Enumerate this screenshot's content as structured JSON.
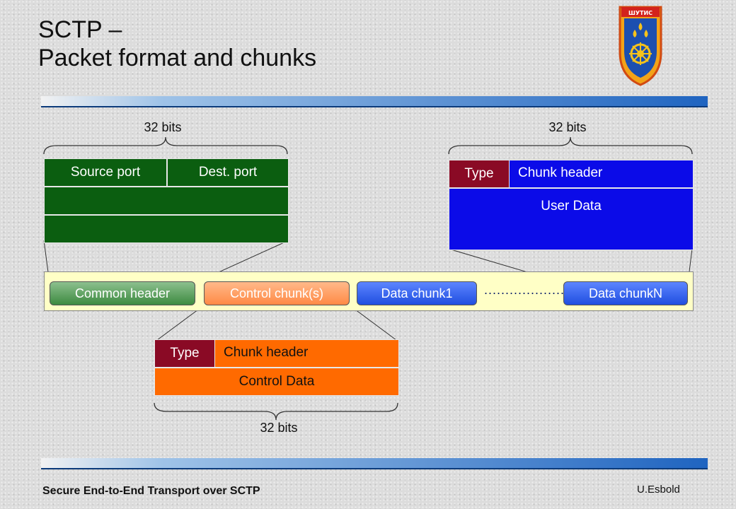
{
  "slide": {
    "title_line1": "SCTP –",
    "title_line2": "Packet format and chunks",
    "logo_text": "ШУТИС"
  },
  "common_header": {
    "width_label": "32 bits",
    "field_source": "Source port",
    "field_dest": "Dest. port"
  },
  "data_chunk": {
    "width_label": "32 bits",
    "type": "Type",
    "header": "Chunk header",
    "body": "User Data"
  },
  "control_chunk": {
    "width_label": "32 bits",
    "type": "Type",
    "header": "Chunk header",
    "body": "Control Data"
  },
  "packet": {
    "common_header": "Common header",
    "control_chunks": "Control chunk(s)",
    "data_chunk1": "Data chunk1",
    "ellipsis": "...................",
    "data_chunkN": "Data chunkN"
  },
  "footer": {
    "left": "Secure End-to-End Transport over SCTP",
    "right": "U.Esbold"
  },
  "colors": {
    "green": "#0b5e10",
    "blue": "#0b0be8",
    "maroon": "#8a0a25",
    "orange": "#ff6a00",
    "strip": "#ffffc6"
  }
}
